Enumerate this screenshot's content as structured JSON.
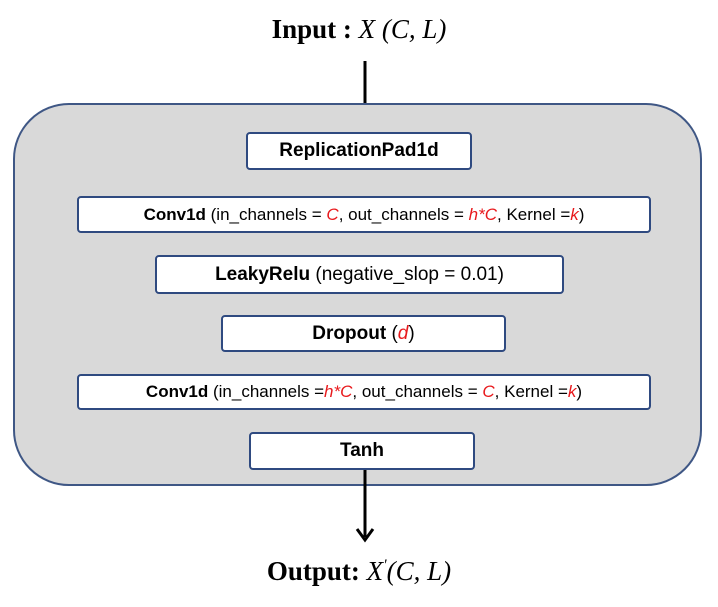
{
  "input": {
    "bold": "Input :",
    "var": "X",
    "args": "(C, L)"
  },
  "output": {
    "bold": "Output:",
    "var": "X",
    "prime": "'",
    "args": "(C, L)"
  },
  "layers": [
    {
      "name": "ReplicationPad1d"
    },
    {
      "name": "Conv1d",
      "p1": " (in_channels = ",
      "v1": "C",
      "p2": ", out_channels = ",
      "v2": "h*C",
      "p3": ", Kernel =",
      "v3": "k",
      "p4": ")"
    },
    {
      "name": "LeakyRelu",
      "p1": " (negative_slop = 0.01)"
    },
    {
      "name": "Dropout",
      "p1": " (",
      "v1": "d",
      "p2": ")"
    },
    {
      "name": "Conv1d",
      "p1": " (in_channels =",
      "v1": "h*C",
      "p2": ", out_channels = ",
      "v2": "C",
      "p3": ", Kernel =",
      "v3": "k",
      "p4": ")"
    },
    {
      "name": "Tanh"
    }
  ],
  "colors": {
    "container_fill": "#d9d9d9",
    "container_border": "#3f5785",
    "layer_border": "#2f4a80",
    "variable_red": "#e8191c"
  }
}
